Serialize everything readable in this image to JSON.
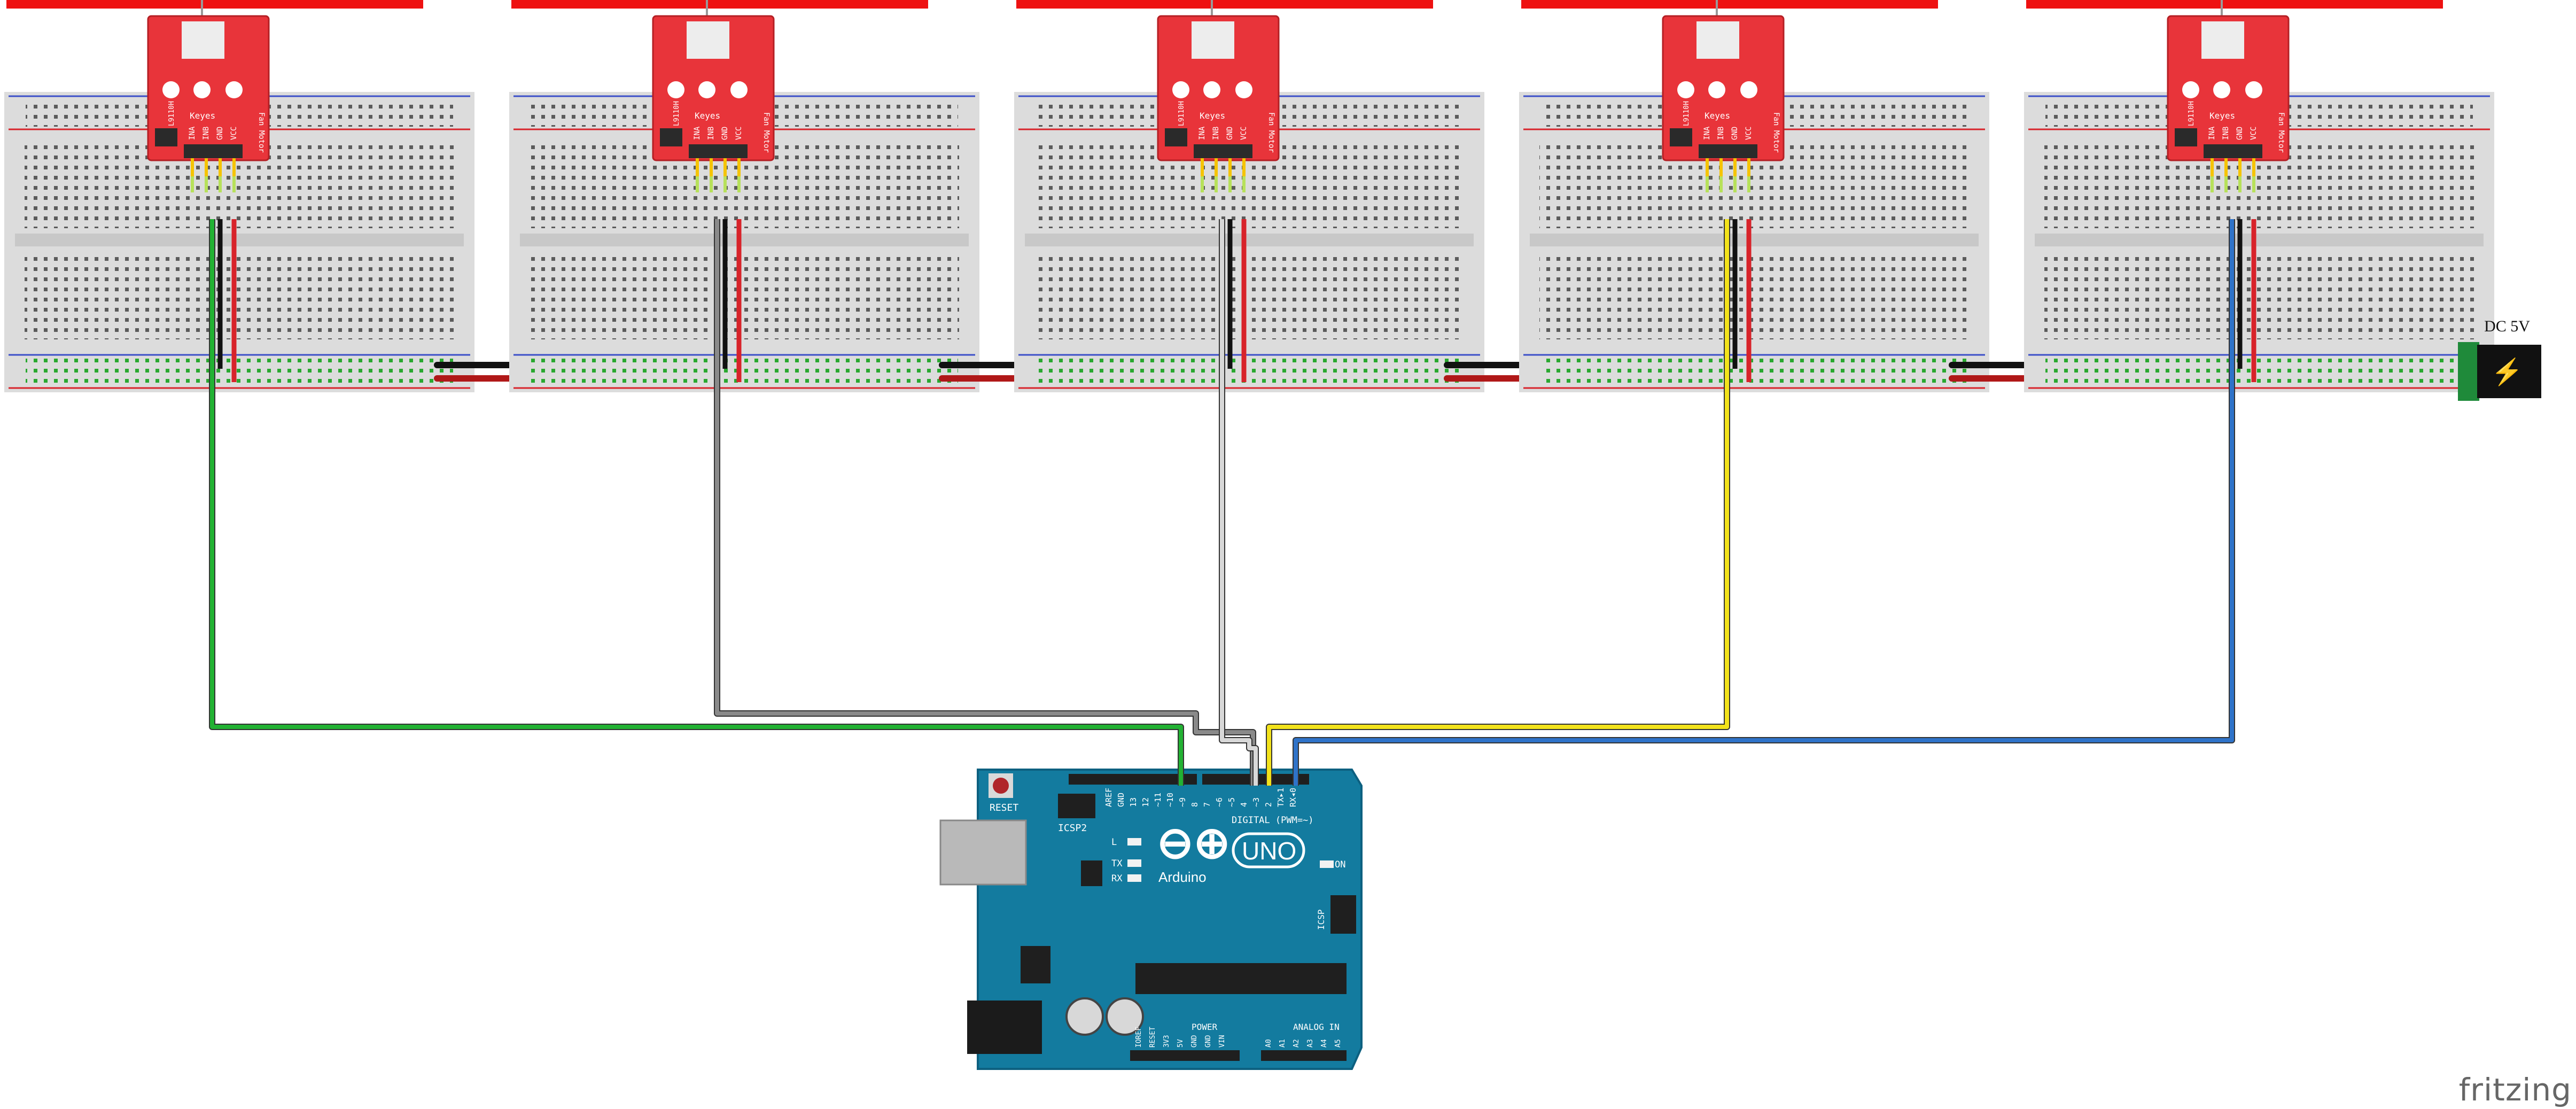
{
  "diagram": {
    "fan_module": {
      "brand": "Keyes",
      "side_label": "Fan Motor",
      "pin_labels": [
        "INA",
        "INB",
        "GND",
        "VCC"
      ],
      "chip_label": "L9110H"
    },
    "breadboard_count": 5,
    "signal_wire_colors": [
      "#22b233",
      "#8a8a8a",
      "#d8d8d8",
      "#f2e21b",
      "#2f73c9"
    ],
    "rail_colors": {
      "power": "#d8232a",
      "ground": "#111111"
    },
    "power_jack": {
      "label": "DC 5V",
      "icon": "lightning-bolt-icon"
    },
    "arduino": {
      "logo": "UNO",
      "brand": "Arduino",
      "reset_label": "RESET",
      "icsp2_label": "ICSP2",
      "icsp_label": "ICSP",
      "digital_label": "DIGITAL (PWM=~)",
      "on_label": "ON",
      "led_labels": [
        "L",
        "TX",
        "RX"
      ],
      "top_header_labels": [
        "AREF",
        "GND",
        "13",
        "12",
        "~11",
        "~10",
        "~9",
        "8",
        "7",
        "~6",
        "~5",
        "4",
        "~3",
        "2",
        "TX▸1",
        "RX◂0"
      ],
      "power_label": "POWER",
      "analog_label": "ANALOG IN",
      "power_pins": [
        "IOREF",
        "RESET",
        "3V3",
        "5V",
        "GND",
        "GND",
        "VIN"
      ],
      "analog_pins": [
        "A0",
        "A1",
        "A2",
        "A3",
        "A4",
        "A5"
      ]
    },
    "watermark": "fritzing"
  }
}
